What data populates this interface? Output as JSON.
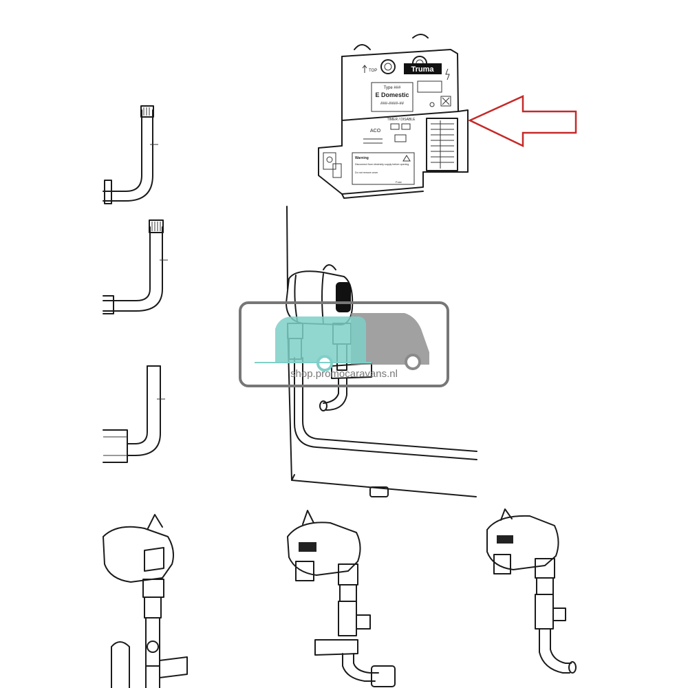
{
  "control_box": {
    "brand": "Truma",
    "type_plate": "Type ###",
    "model_line1": "E Domestic",
    "model_line2": "###-####-##",
    "top_mark": "TOP",
    "output_label": "TIMER / DISABLE",
    "terminals": "ACO",
    "warning_title": "Warning",
    "warning_text": "Disconnect from electricity supply before opening",
    "warning_text2": "Do not remove cover",
    "fuse_label": "Fuse"
  },
  "arrow_color": "#c62828",
  "watermark": {
    "text": "shop.promocaravans.nl",
    "frame_color": "#777777",
    "accent_color": "#7fcfc8",
    "van_color": "#8a8a8a"
  }
}
